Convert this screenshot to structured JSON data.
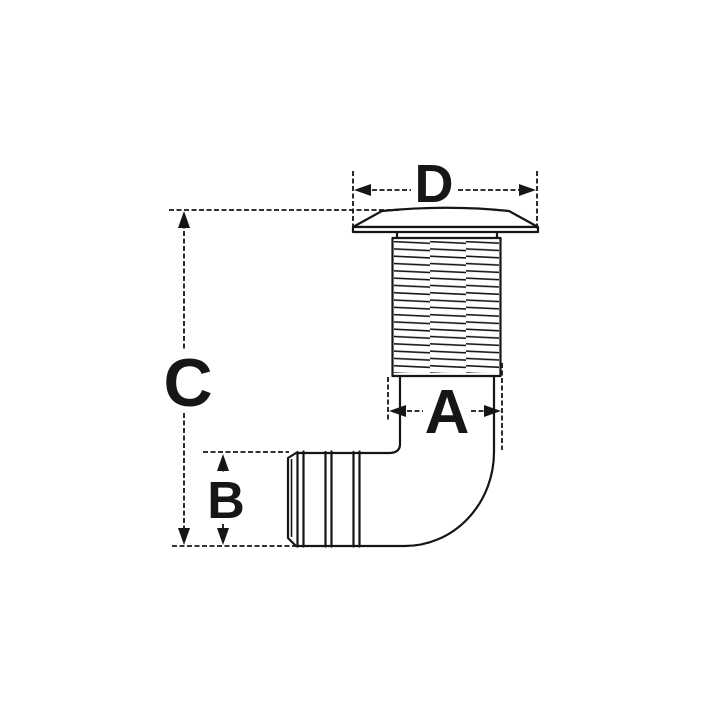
{
  "diagram": {
    "dimension_labels": {
      "a": "A",
      "b": "B",
      "c": "C",
      "d": "D"
    },
    "colors": {
      "line": "#161616",
      "background": "#ffffff"
    }
  }
}
